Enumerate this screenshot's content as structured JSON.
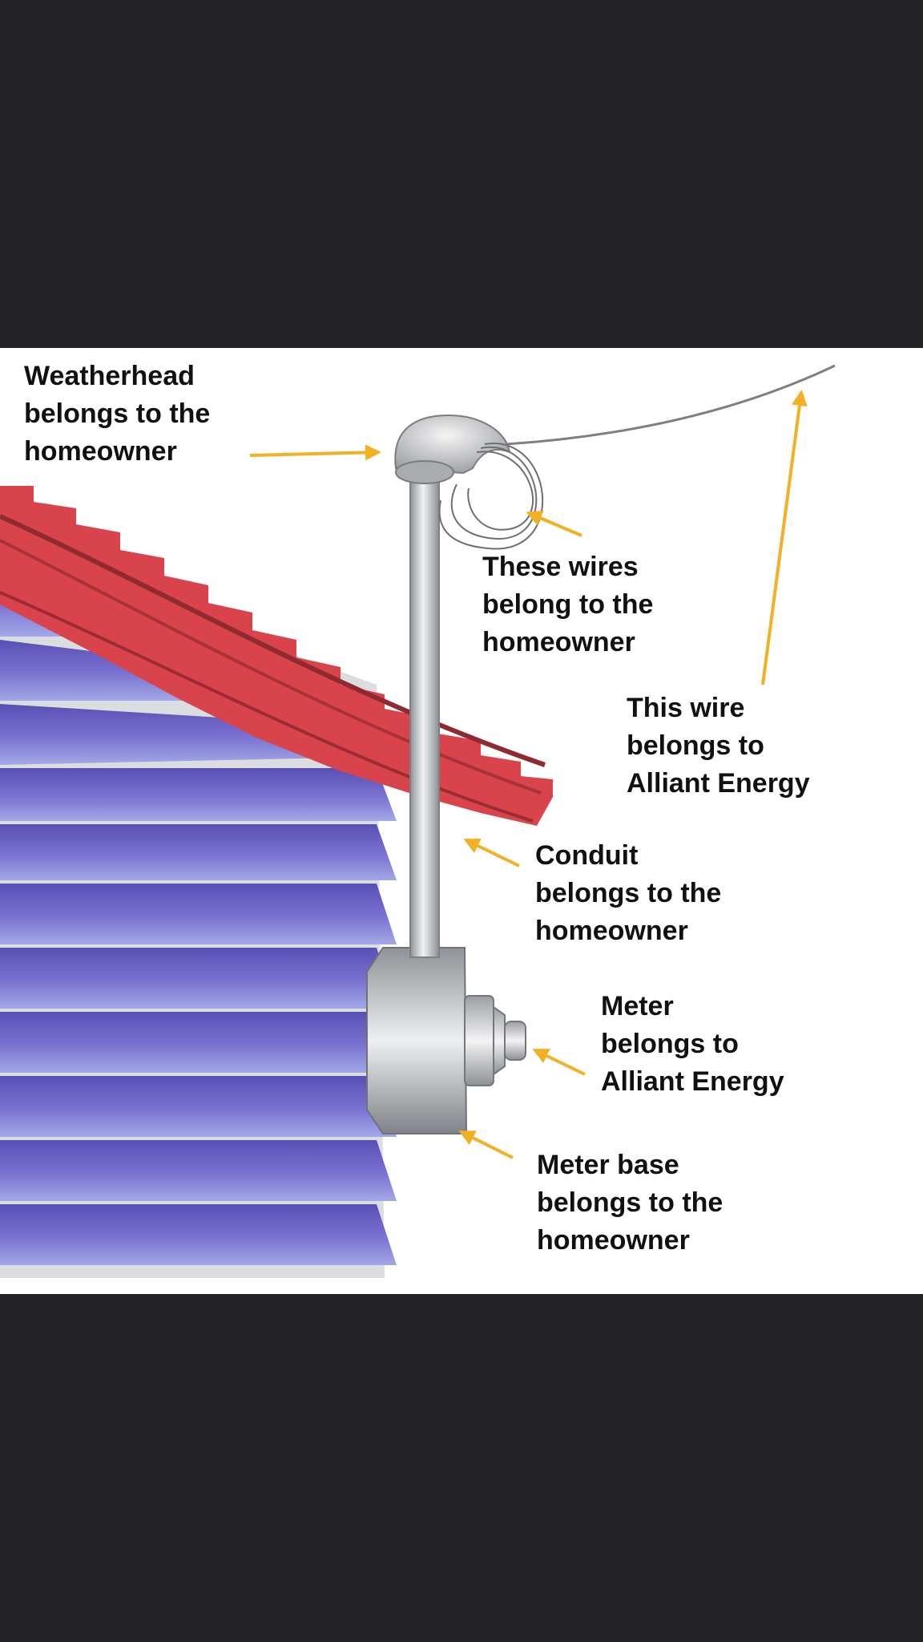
{
  "colors": {
    "background": "#232326",
    "panel": "#ffffff",
    "siding": "#6f66c8",
    "roof": "#d9434b",
    "arrow": "#f2b124",
    "metal": "#c4c6c9",
    "text": "#111111"
  },
  "labels": {
    "weatherhead": [
      "Weatherhead",
      "belongs to the",
      "homeowner"
    ],
    "service_wires": [
      "These wires",
      "belong to the",
      "homeowner"
    ],
    "utility_wire": [
      "This wire",
      "belongs to",
      "Alliant Energy"
    ],
    "conduit": [
      "Conduit",
      "belongs to the",
      "homeowner"
    ],
    "meter": [
      "Meter",
      "belongs to",
      "Alliant Energy"
    ],
    "meter_base": [
      "Meter base",
      "belongs to the",
      "homeowner"
    ]
  }
}
